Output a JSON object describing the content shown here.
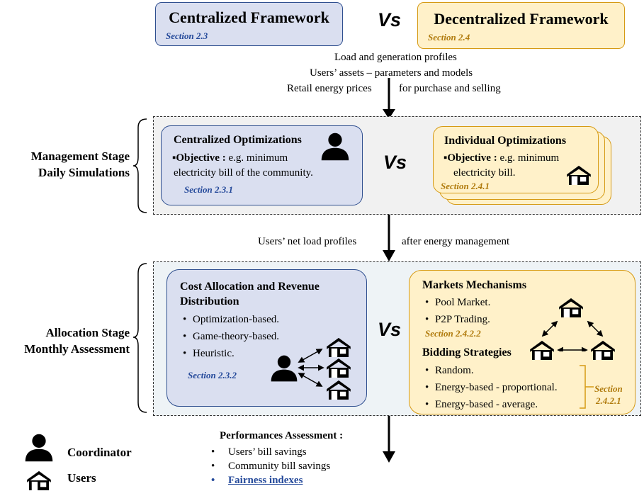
{
  "top": {
    "centralized_title": "Centralized Framework",
    "centralized_section": "Section 2.3",
    "vs": "Vs",
    "decentralized_title": "Decentralized Framework",
    "decentralized_section": "Section 2.4"
  },
  "inputs": {
    "line1": "Load and generation profiles",
    "line2": "Users’ assets – parameters and models",
    "line3a": "Retail energy prices",
    "line3b": "for purchase and selling"
  },
  "management": {
    "stage_line1": "Management Stage",
    "stage_line2": "Daily Simulations",
    "central_title": "Centralized Optimizations",
    "central_obj_label": "Objective :",
    "central_obj_text1": " e.g. minimum",
    "central_obj_text2": "electricity bill of the community.",
    "central_section": "Section 2.3.1",
    "vs": "Vs",
    "indiv_title": "Individual Optimizations",
    "indiv_obj_label": "Objective :",
    "indiv_obj_text1": " e.g. minimum",
    "indiv_obj_text2": "electricity bill.",
    "indiv_section": "Section 2.4.1"
  },
  "transfer": {
    "left": "Users’ net load profiles",
    "right": "after energy management"
  },
  "allocation": {
    "stage_line1": "Allocation Stage",
    "stage_line2": "Monthly Assessment",
    "cost_title1": "Cost Allocation and Revenue",
    "cost_title2": "Distribution",
    "cost_items": [
      "Optimization-based.",
      "Game-theory-based.",
      "Heuristic."
    ],
    "cost_section": "Section 2.3.2",
    "vs": "Vs",
    "markets_title": "Markets Mechanisms",
    "markets_items": [
      "Pool Market.",
      "P2P Trading."
    ],
    "markets_section": "Section 2.4.2.2",
    "bidding_title": "Bidding Strategies",
    "bidding_items": [
      "Random.",
      "Energy-based - proportional.",
      "Energy-based - average."
    ],
    "bidding_section_line1": "Section",
    "bidding_section_line2": "2.4.2.1"
  },
  "performance": {
    "title": "Performances Assessment :",
    "items": [
      "Users’ bill savings",
      "Community bill savings",
      "Fairness indexes"
    ]
  },
  "legend": {
    "coordinator": "Coordinator",
    "users": "Users"
  },
  "colors": {
    "blue_fill": "#dadff0",
    "blue_border": "#2f4f8f",
    "yellow_fill": "#fff1c9",
    "yellow_border": "#d69a14",
    "section_blue": "#24499a",
    "section_gold": "#b07a0c"
  }
}
